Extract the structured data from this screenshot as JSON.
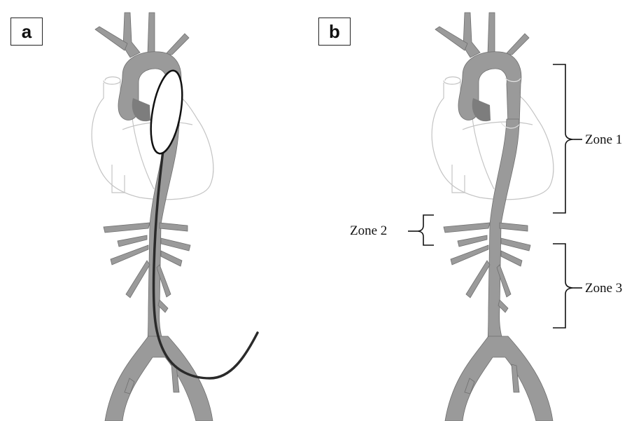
{
  "panels": [
    {
      "label": "a"
    },
    {
      "label": "b"
    }
  ],
  "zones": [
    {
      "label": "Zone 1"
    },
    {
      "label": "Zone 2"
    },
    {
      "label": "Zone 3"
    }
  ],
  "colors": {
    "aorta": "#9a9a9a",
    "aorta_dark": "#7d7d7d",
    "heart_outline": "#c4c4c4",
    "catheter": "#2a2a2a",
    "balloon_fill": "#ffffff",
    "bracket": "#111111"
  }
}
